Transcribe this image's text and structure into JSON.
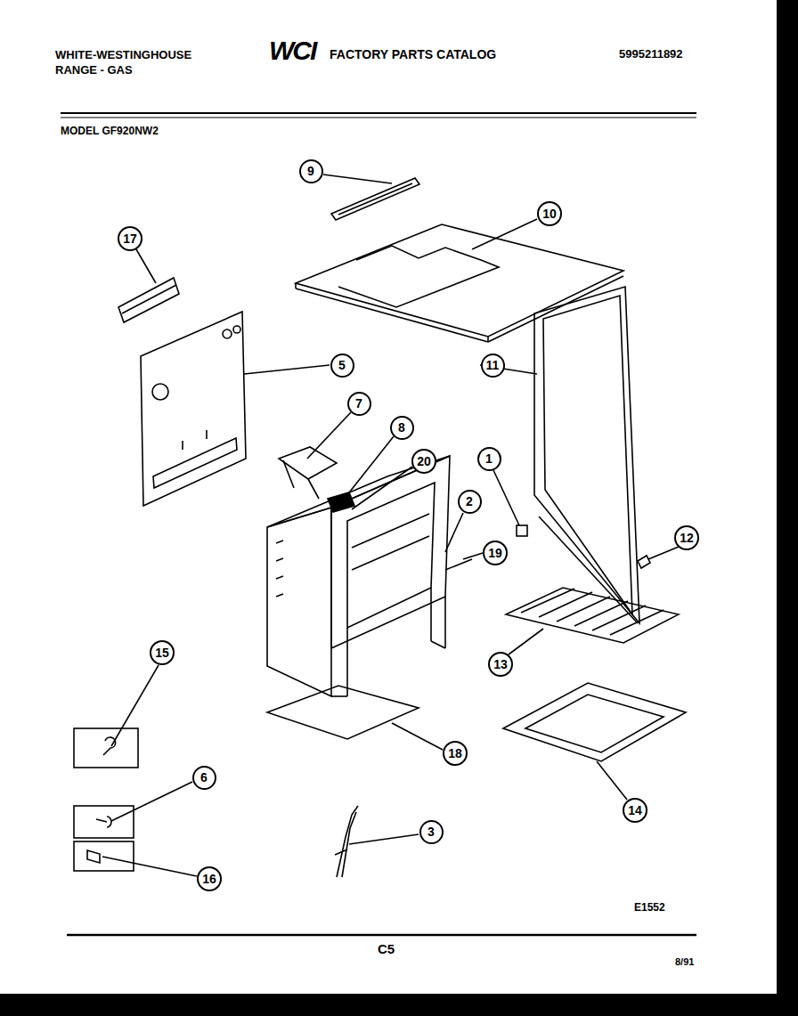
{
  "diagram": {
    "nodes": [
      {
        "text": [
          "9"
        ]
      },
      {
        "text": [
          "10"
        ]
      },
      {
        "text": [
          "17"
        ]
      },
      {
        "text": [
          "5"
        ]
      },
      {
        "text": [
          "11"
        ]
      },
      {
        "text": [
          "7"
        ]
      },
      {
        "text": [
          "8"
        ]
      },
      {
        "text": [
          "20"
        ]
      },
      {
        "text": [
          "1"
        ]
      },
      {
        "text": [
          "2"
        ]
      },
      {
        "text": [
          "19"
        ]
      },
      {
        "text": [
          "12"
        ]
      },
      {
        "text": [
          "13"
        ]
      },
      {
        "text": [
          "15"
        ]
      },
      {
        "text": [
          "18"
        ]
      },
      {
        "text": [
          "6"
        ]
      },
      {
        "text": [
          "14"
        ]
      },
      {
        "text": [
          "3"
        ]
      },
      {
        "text": [
          "16"
        ]
      }
    ],
    "labels": [
      "WHITE-WESTINGHOUSE",
      "RANGE - GAS",
      "WCI",
      "FACTORY PARTS CATALOG",
      "5995211892",
      "MODEL GF920NW2",
      "E1552",
      "C5",
      "8/91"
    ]
  }
}
